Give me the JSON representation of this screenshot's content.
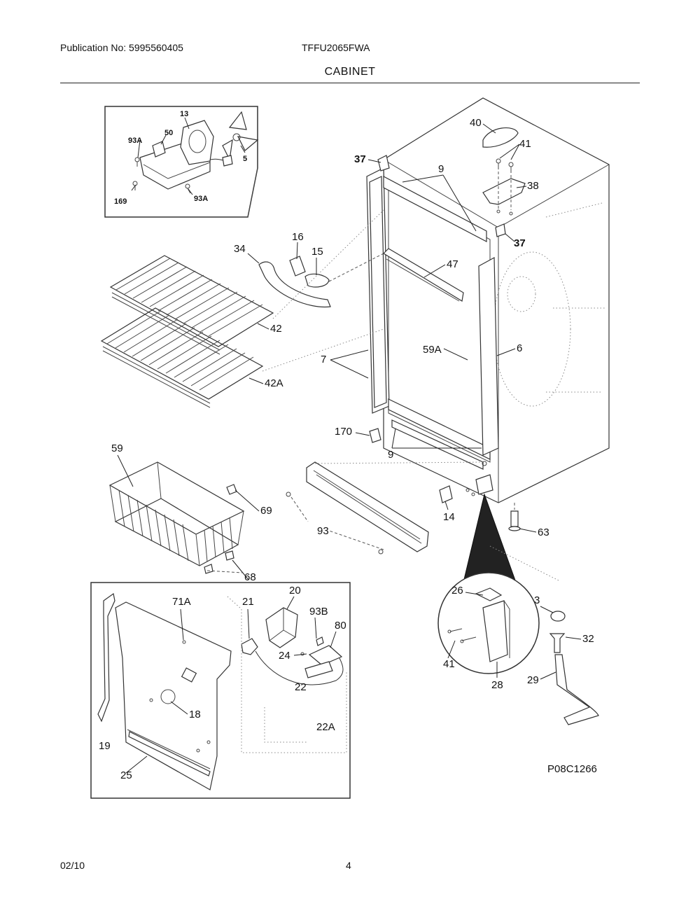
{
  "header": {
    "publication": "Publication No: 5995560405",
    "model": "TFFU2065FWA",
    "section_title": "CABINET"
  },
  "footer": {
    "date": "02/10",
    "page_number": "4"
  },
  "diagram": {
    "drawing_id": "P08C1266",
    "callouts": {
      "c13": "13",
      "c93A_a": "93A",
      "c50": "50",
      "c5": "5",
      "c169": "169",
      "c93A_b": "93A",
      "c40": "40",
      "c41_top": "41",
      "c38": "38",
      "c37_a": "37",
      "c37_b": "37",
      "c9_top": "9",
      "c16": "16",
      "c15": "15",
      "c34": "34",
      "c47": "47",
      "c42": "42",
      "c42A": "42A",
      "c7": "7",
      "c59A": "59A",
      "c6": "6",
      "c170": "170",
      "c9_bot": "9",
      "c59": "59",
      "c69": "69",
      "c14": "14",
      "c93": "93",
      "c63": "63",
      "c68": "68",
      "c20": "20",
      "c71A": "71A",
      "c21": "21",
      "c93B": "93B",
      "c80": "80",
      "c24": "24",
      "c22": "22",
      "c22A": "22A",
      "c18": "18",
      "c19": "19",
      "c25": "25",
      "c26": "26",
      "c3": "3",
      "c32": "32",
      "c41_bot": "41",
      "c28": "28",
      "c29": "29"
    }
  }
}
